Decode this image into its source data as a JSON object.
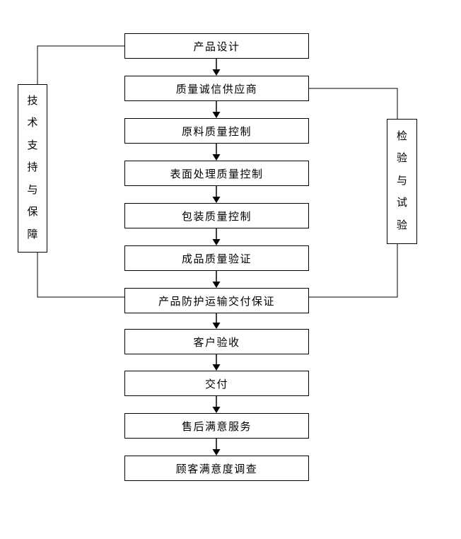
{
  "diagram": {
    "steps": [
      {
        "label": "产品设计"
      },
      {
        "label": "质量诚信供应商"
      },
      {
        "label": "原料质量控制"
      },
      {
        "label": "表面处理质量控制"
      },
      {
        "label": "包装质量控制"
      },
      {
        "label": "成品质量验证"
      },
      {
        "label": "产品防护运输交付保证"
      },
      {
        "label": "客户验收"
      },
      {
        "label": "交付"
      },
      {
        "label": "售后满意服务"
      },
      {
        "label": "顾客满意度调查"
      }
    ],
    "side_left": {
      "label": "技术支持与保障"
    },
    "side_right": {
      "label": "检验与试验"
    },
    "colors": {
      "line": "#000000",
      "box_border": "#000000",
      "background": "#ffffff",
      "text": "#000000"
    }
  }
}
